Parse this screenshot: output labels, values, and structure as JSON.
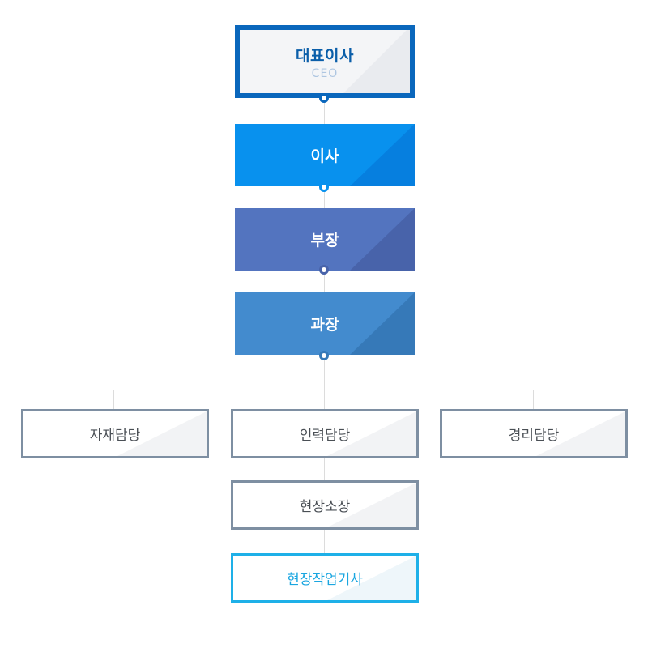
{
  "org_chart": {
    "ceo": {
      "title": "대표이사",
      "subtitle": "CEO"
    },
    "director": {
      "title": "이사"
    },
    "manager": {
      "title": "부장"
    },
    "section_chief": {
      "title": "과장"
    },
    "departments": [
      {
        "title": "자재담당"
      },
      {
        "title": "인력담당"
      },
      {
        "title": "경리담당"
      }
    ],
    "site_manager": {
      "title": "현장소장"
    },
    "site_engineer": {
      "title": "현장작업기사"
    }
  },
  "colors": {
    "ceo_border": "#0a67bc",
    "director": "#0891ee",
    "manager": "#5374bf",
    "section_chief": "#438bce",
    "department_border": "#7e8fa2",
    "site_engineer_border": "#1eb0e8"
  }
}
